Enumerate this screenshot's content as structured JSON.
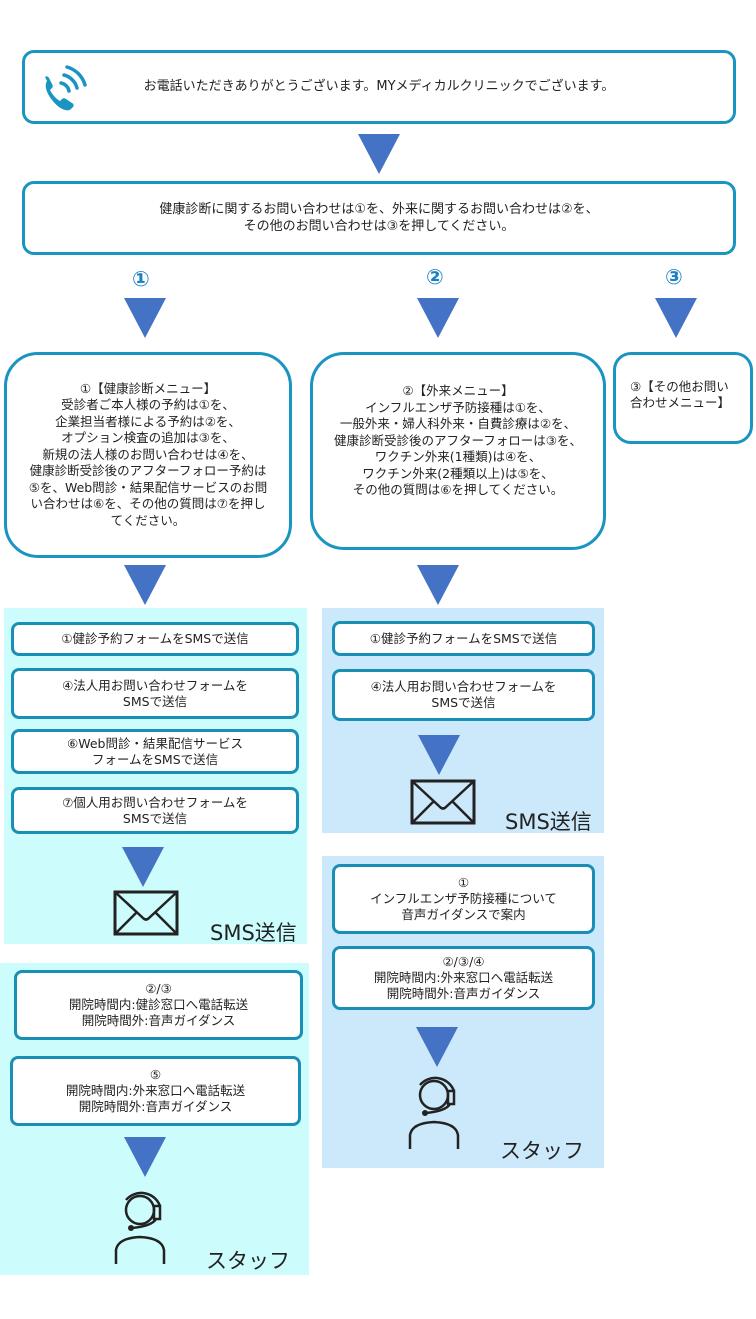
{
  "greeting": {
    "icon": "phone-ringing-icon",
    "text": "お電話いただきありがとうございます。MYメディカルクリニックでございます。"
  },
  "main_menu": {
    "text": "健康診断に関するお問い合わせは①を、外来に関するお問い合わせは②を、\nその他のお問い合わせは③を押してください。"
  },
  "branches": [
    {
      "number": "①",
      "menu_text": "①【健康診断メニュー】\n受診者ご本人様の予約は①を、\n企業担当者様による予約は②を、\nオプション検査の追加は③を、\n新規の法人様のお問い合わせは④を、\n健康診断受診後のアフターフォロー予約は\n⑤を、Web問診・結果配信サービスのお問\nい合わせは⑥を、その他の質問は⑦を押し\nてください。"
    },
    {
      "number": "②",
      "menu_text": "②【外来メニュー】\nインフルエンザ予防接種は①を、\n一般外来・婦人科外来・自費診療は②を、\n健康診断受診後のアフターフォローは③を、\nワクチン外来(1種類)は④を、\nワクチン外来(2種類以上)は⑤を、\nその他の質問は⑥を押してください。"
    },
    {
      "number": "③",
      "menu_text": "③【その他お問い\n合わせメニュー】"
    }
  ],
  "health_checkup": {
    "sms_options": [
      "①健診予約フォームをSMSで送信",
      "④法人用お問い合わせフォームを\nSMSで送信",
      "⑥Web問診・結果配信サービス\nフォームをSMSで送信",
      "⑦個人用お問い合わせフォームを\nSMSで送信"
    ],
    "sms_label": "SMS送信",
    "staff_options": [
      "②/③\n開院時間内:健診窓口へ電話転送\n開院時間外:音声ガイダンス",
      "⑤\n開院時間内:外来窓口へ電話転送\n開院時間外:音声ガイダンス"
    ],
    "staff_label": "スタッフ"
  },
  "outpatient": {
    "sms_options": [
      "①健診予約フォームをSMSで送信",
      "④法人用お問い合わせフォームを\nSMSで送信"
    ],
    "sms_label": "SMS送信",
    "staff_options": [
      "①\nインフルエンザ予防接種について\n音声ガイダンスで案内",
      "②/③/④\n開院時間内:外来窓口へ電話転送\n開院時間外:音声ガイダンス"
    ],
    "staff_label": "スタッフ"
  },
  "colors": {
    "border": "#1a94c0",
    "arrow": "#4472c4",
    "number": "#1a80c4",
    "panel_left": "#ccfcfc",
    "panel_right": "#cce9fb"
  }
}
